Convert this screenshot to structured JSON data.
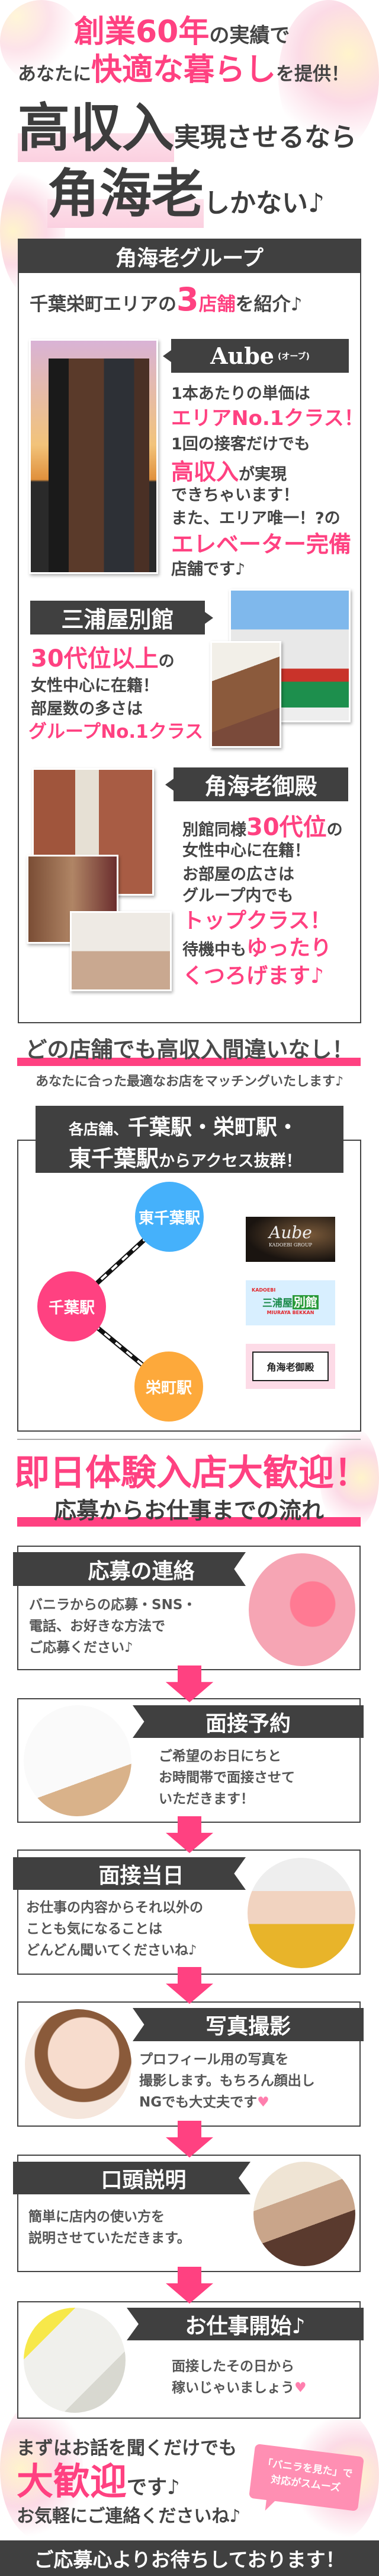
{
  "hero": {
    "line1": {
      "pink": "創業60年",
      "dark": "の実績で"
    },
    "line2": {
      "dark1": "あなたに",
      "pink": "快適な暮らし",
      "dark2": "を提供！"
    },
    "line3": {
      "big": "高収入",
      "small": "実現させるなら"
    },
    "line4": {
      "big": "角海老",
      "small": "しかない♪"
    }
  },
  "group": {
    "header": "角海老グループ",
    "intro": {
      "pre": "千葉栄町エリアの",
      "num": "3",
      "pink": "店舗",
      "post": "を紹介♪"
    },
    "stores": [
      {
        "name": "Aube",
        "name_sub": "(オーブ)",
        "lines": [
          {
            "text": "1本あたりの単価は",
            "pink": false
          },
          {
            "text": "エリアNo.1クラス！",
            "pink": true
          },
          {
            "text": "1回の接客だけでも",
            "pink": false
          },
          {
            "pink_text": "高収入",
            "text": "が実現"
          },
          {
            "text": "できちゃいます！",
            "pink": false
          },
          {
            "text": "また、エリア唯一！?の",
            "pink": false
          },
          {
            "text": "エレベーター完備",
            "pink": true
          },
          {
            "text": "店舗です♪",
            "pink": false
          }
        ]
      },
      {
        "name": "三浦屋別館",
        "lines": [
          {
            "pink_text": "30代位以上",
            "text": "の"
          },
          {
            "text": "女性中心に在籍！",
            "pink": false
          },
          {
            "text": "部屋数の多さは",
            "pink": false
          },
          {
            "text": "グループNo.1クラス",
            "pink": true
          }
        ]
      },
      {
        "name": "角海老御殿",
        "lines": [
          {
            "pre": "別館同様",
            "pink_text": "30代位",
            "text": "の"
          },
          {
            "text": "女性中心に在籍！",
            "pink": false
          },
          {
            "text": "お部屋の広さは",
            "pink": false
          },
          {
            "text": "グループ内でも",
            "pink": false
          },
          {
            "text": "トップクラス！",
            "pink": true
          },
          {
            "pre": "待機中も",
            "pink_text": "ゆったり"
          },
          {
            "text": "くつろげます♪",
            "pink": true
          }
        ]
      }
    ]
  },
  "access": {
    "headline": "どの店舗でも高収入間違いなし！",
    "subtitle": "あなたに合った最適なお店をマッチングいたします♪",
    "label": {
      "a": "各店舗、",
      "b": "千葉駅・栄町駅・",
      "c": "東千葉駅",
      "d": "からアクセス抜群！"
    },
    "stations": [
      {
        "name": "東千葉駅",
        "color": "#45b1fb"
      },
      {
        "name": "千葉駅",
        "color": "#ff4181"
      },
      {
        "name": "栄町駅",
        "color": "#fda93b"
      }
    ],
    "logos": [
      {
        "main": "Aube",
        "sub": "KADOEBI GROUP"
      },
      {
        "top": "KADOEBI",
        "main1": "三浦屋",
        "main2": "別館",
        "sub": "MIURAYA BEKKAN"
      },
      {
        "main": "角海老御殿"
      }
    ]
  },
  "flow": {
    "headline": "即日体験入店大歓迎！",
    "subtitle": "応募からお仕事までの流れ",
    "steps": [
      {
        "title": "応募の連絡",
        "lines": [
          "バニラからの応募・SNS・",
          "電話、お好きな方法で",
          "ご応募ください♪"
        ]
      },
      {
        "title": "面接予約",
        "lines": [
          "ご希望のお日にちと",
          "お時間帯で面接させて",
          "いただきます！"
        ]
      },
      {
        "title": "面接当日",
        "lines": [
          "お仕事の内容からそれ以外の",
          "ことも気になることは",
          "どんどん聞いてくださいね♪"
        ]
      },
      {
        "title": "写真撮影",
        "lines": [
          "プロフィール用の写真を",
          "撮影します。もちろん顔出し",
          "NGでも大丈夫です"
        ]
      },
      {
        "title": "口頭説明",
        "lines": [
          "簡単に店内の使い方を",
          "説明させていただきます。"
        ]
      },
      {
        "title": "お仕事開始♪",
        "lines": [
          "面接したその日から",
          "稼いじゃいましょう"
        ]
      }
    ]
  },
  "closing": {
    "line1": "まずはお話を聞くだけでも",
    "big": "大歓迎",
    "line2_post": "です♪",
    "line3": "お気軽にご連絡くださいね♪",
    "bubble": [
      "「バニラを見た」で",
      "対応がスムーズ"
    ],
    "footer": "ご応募心よりお待ちしております！"
  },
  "colors": {
    "accent": "#ff4181",
    "dark": "#404040",
    "text": "#444444"
  }
}
